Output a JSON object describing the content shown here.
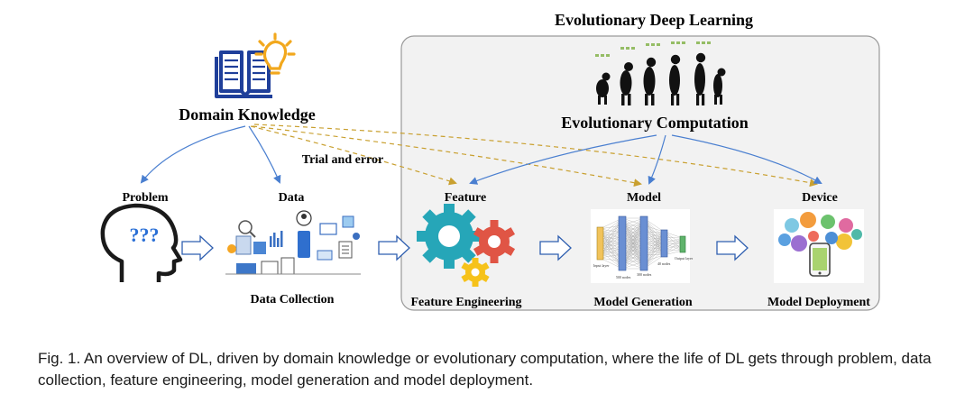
{
  "title": "Evolutionary Deep Learning",
  "domain_knowledge": "Domain Knowledge",
  "evolutionary_computation": "Evolutionary Computation",
  "trial_and_error": "Trial and error",
  "stages": {
    "problem": "Problem",
    "data": "Data",
    "feature": "Feature",
    "model": "Model",
    "device": "Device"
  },
  "bottom_labels": {
    "data_collection": "Data Collection",
    "feature_engineering": "Feature Engineering",
    "model_generation": "Model Generation",
    "model_deployment": "Model Deployment"
  },
  "network_labels": {
    "input_layer": "Input layer",
    "nodes_500": "500 nodes",
    "nodes_300": "300 nodes",
    "nodes_40": "40 nodes",
    "output_layer": "Output layer"
  },
  "caption": "Fig. 1.  An overview of DL, driven by domain knowledge or evolutionary computation, where the life of DL gets through problem, data collection, feature engineering, model generation and model deployment.",
  "colors": {
    "blue_arrow": "#4a7fd0",
    "gold_dashed": "#c9a030",
    "panel_fill": "#f2f2f2",
    "book_blue": "#1f3f9a",
    "bulb": "#f2a81d",
    "gear_teal": "#26a6b8",
    "gear_red": "#e05545",
    "gear_yellow": "#f6c21a"
  }
}
